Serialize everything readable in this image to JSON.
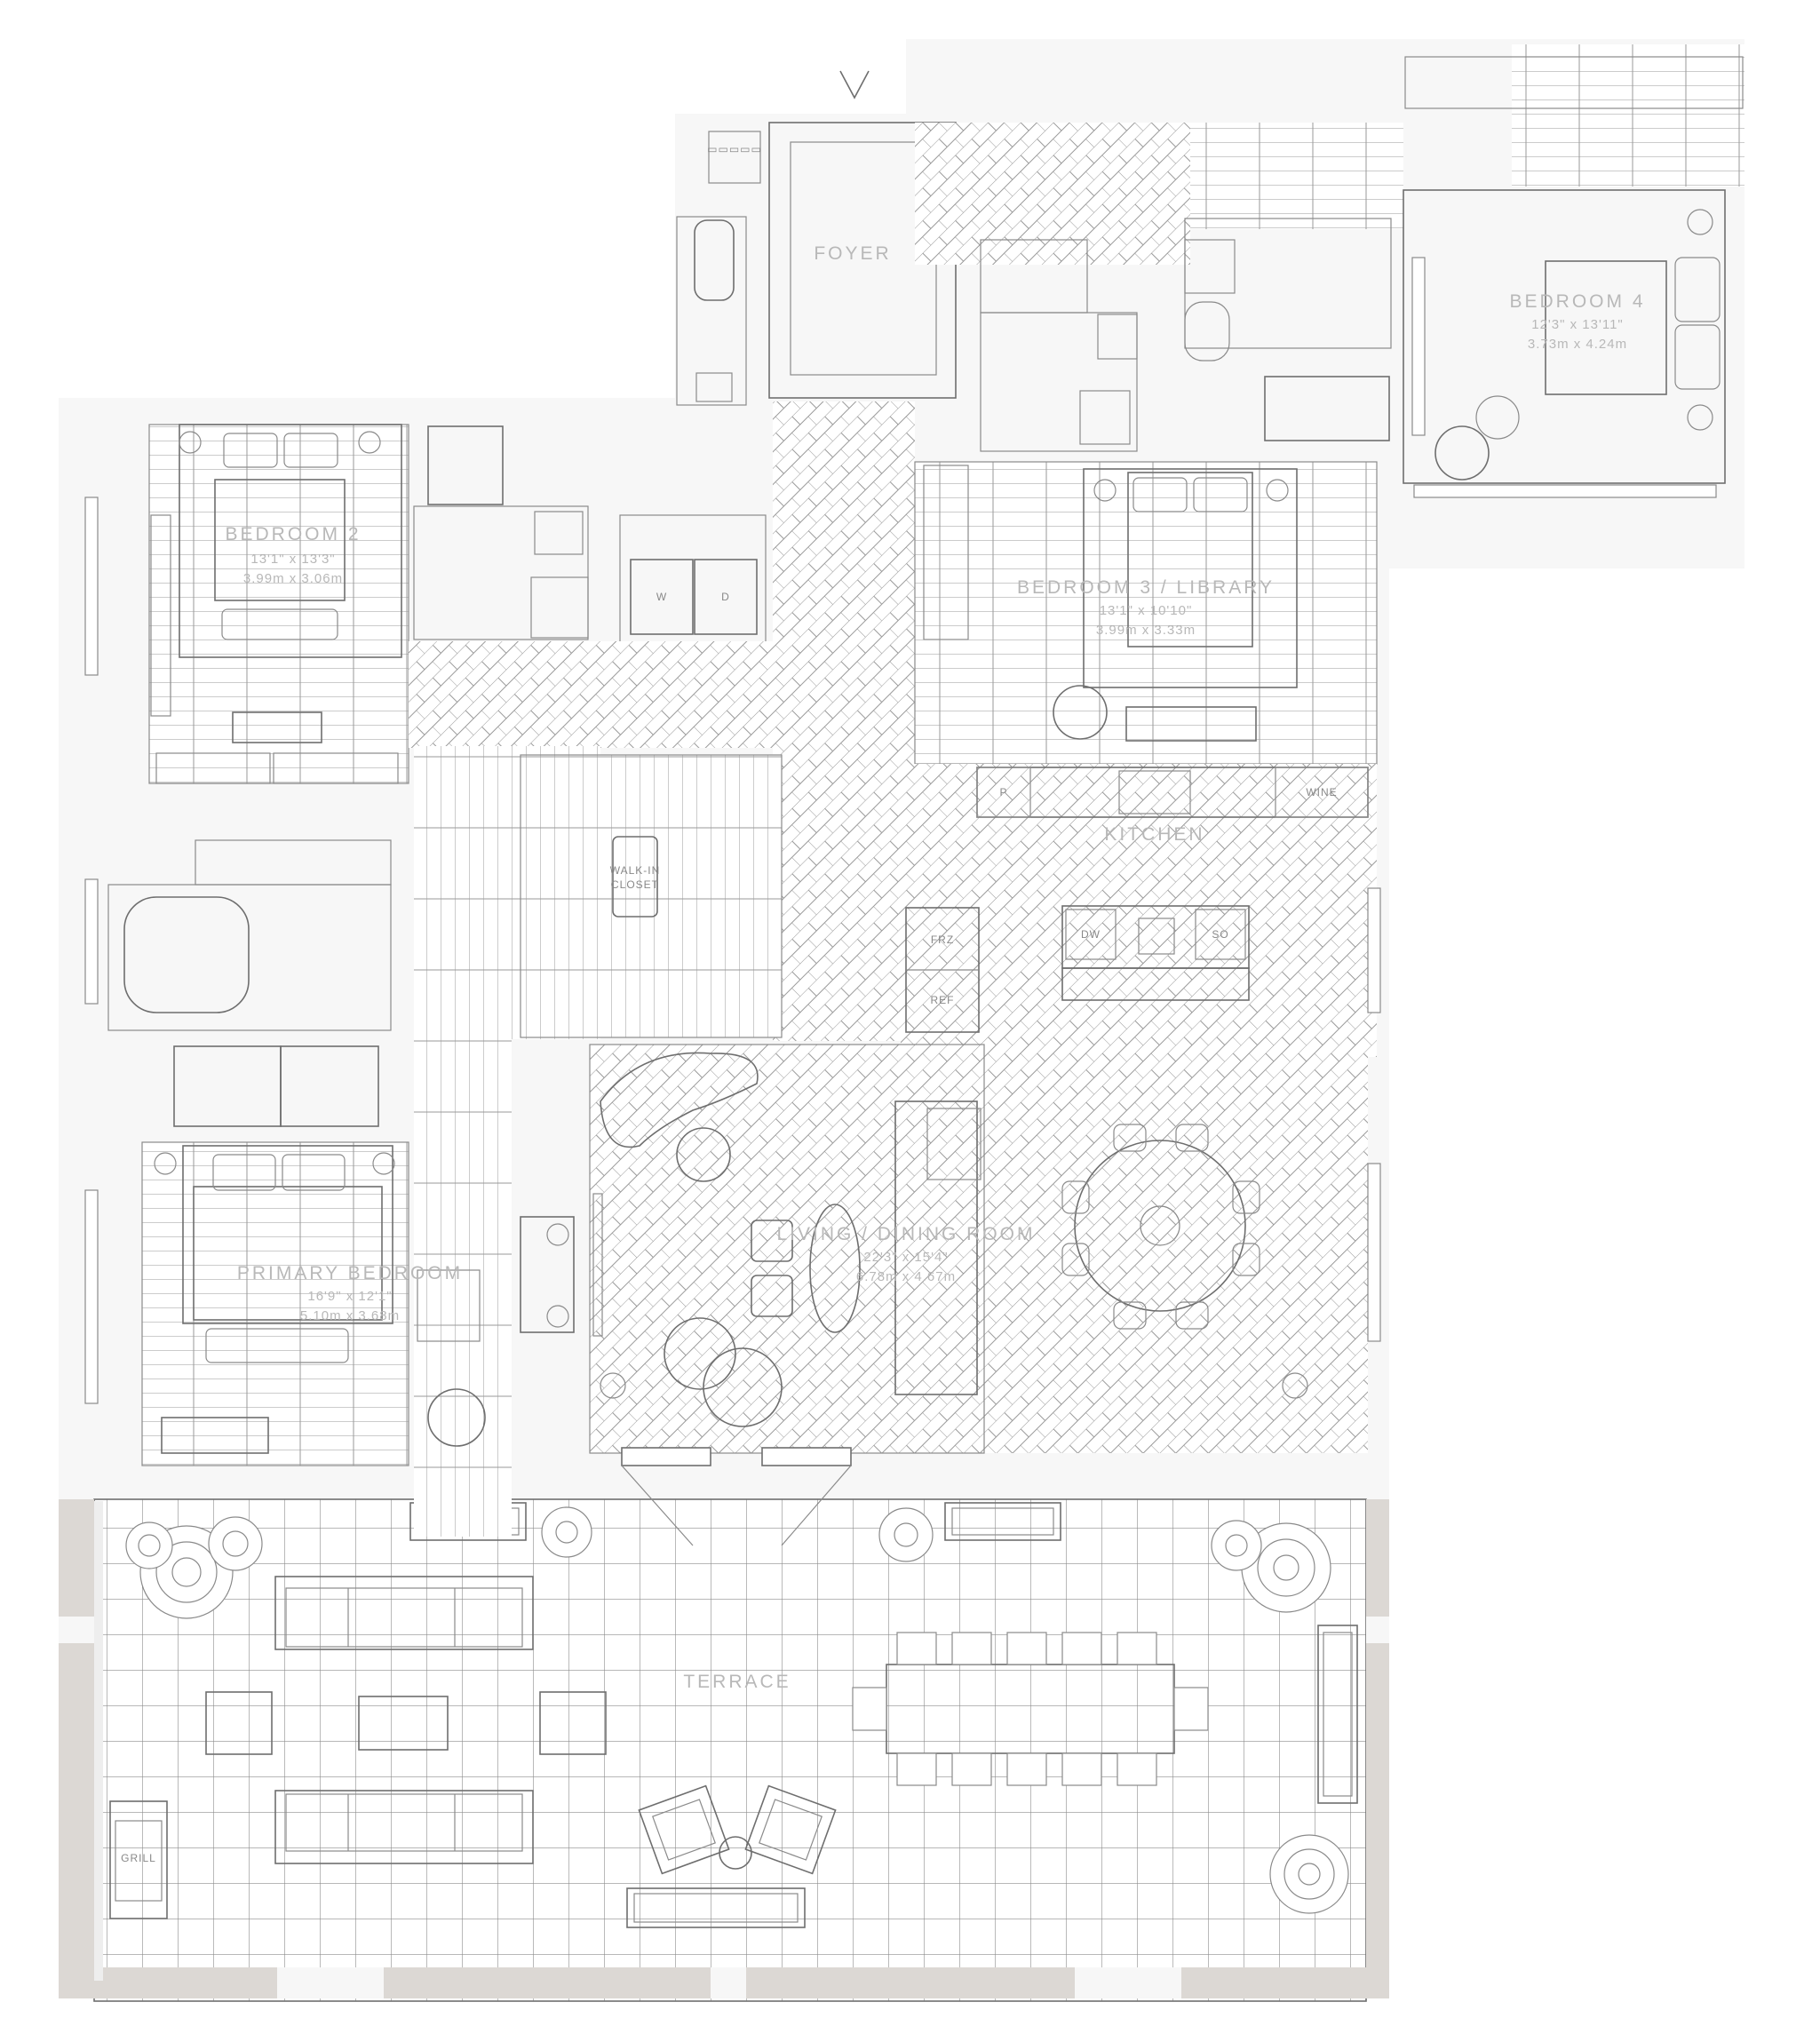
{
  "rooms": {
    "foyer": {
      "name": "FOYER",
      "dim_imperial": "",
      "dim_metric": ""
    },
    "bedroom4": {
      "name": "BEDROOM 4",
      "dim_imperial": "12'3\" x 13'11\"",
      "dim_metric": "3.73m x 4.24m"
    },
    "bedroom2": {
      "name": "BEDROOM 2",
      "dim_imperial": "13'1\" x 13'3\"",
      "dim_metric": "3.99m x 3.06m"
    },
    "bedroom3": {
      "name": "BEDROOM 3 / LIBRARY",
      "dim_imperial": "13'1\" x 10'10\"",
      "dim_metric": "3.99m x 3.33m"
    },
    "kitchen": {
      "name": "KITCHEN",
      "dim_imperial": "",
      "dim_metric": ""
    },
    "walkin": {
      "name": "WALK-IN",
      "name2": "CLOSET"
    },
    "living": {
      "name": "LIVING / DINING ROOM",
      "dim_imperial": "22'3\" x 15'4\"",
      "dim_metric": "6.78m x 4.67m"
    },
    "primary": {
      "name": "PRIMARY BEDROOM",
      "dim_imperial": "16'9\" x 12'1\"",
      "dim_metric": "5.10m x 3.68m"
    },
    "terrace": {
      "name": "TERRACE",
      "dim_imperial": "",
      "dim_metric": ""
    }
  },
  "fixtures": {
    "washer": "W",
    "dryer": "D",
    "pantry": "P",
    "wine": "WINE",
    "freezer": "FRZ",
    "refrigerator": "REF",
    "dishwasher": "DW",
    "oven": "SO",
    "grill": "GRILL"
  },
  "colors": {
    "line": "#8a8a8a",
    "label": "#b8b8b8",
    "wall": "#f7f7f7",
    "outer_wall": "#dcd8d4"
  }
}
